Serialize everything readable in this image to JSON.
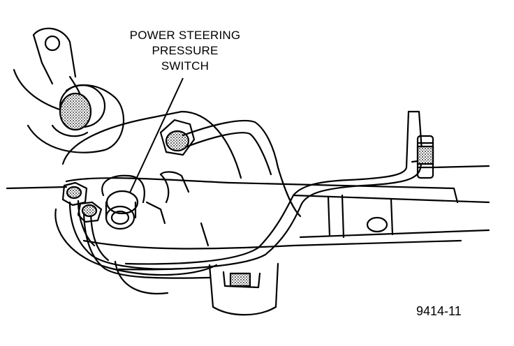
{
  "callout": {
    "line1": "POWER STEERING",
    "line2": "PRESSURE",
    "line3": "SWITCH"
  },
  "figure_number": "9414-11",
  "colors": {
    "ink": "#000000",
    "paper": "#ffffff",
    "shade": "#b8b8b8"
  }
}
